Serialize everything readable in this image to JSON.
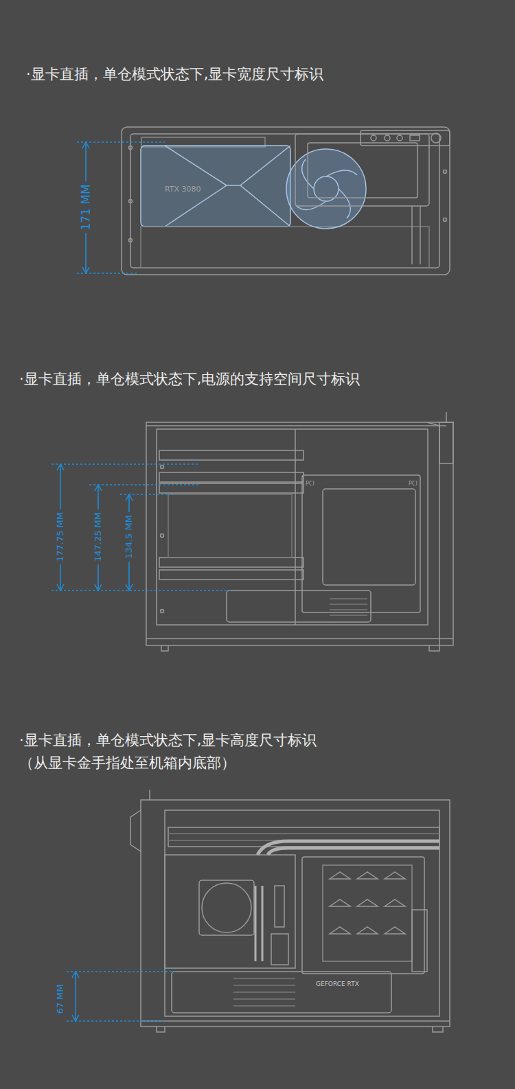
{
  "diagram": {
    "labels": [
      "·显卡直插，单仓模式状态下,显卡宽度尺寸标识",
      "171 MM",
      "RTX 3080",
      "·显卡直插，单仓模式状态下,电源的支持空间尺寸标识",
      "177.75 MM",
      "147.25 MM",
      "134.5 MM",
      "PCI",
      "PCI",
      "·显卡直插，单仓模式状态下,显卡高度尺寸标识",
      "（从显卡金手指处至机箱内底部）",
      "67 MM",
      "GEFORCE RTX"
    ]
  }
}
